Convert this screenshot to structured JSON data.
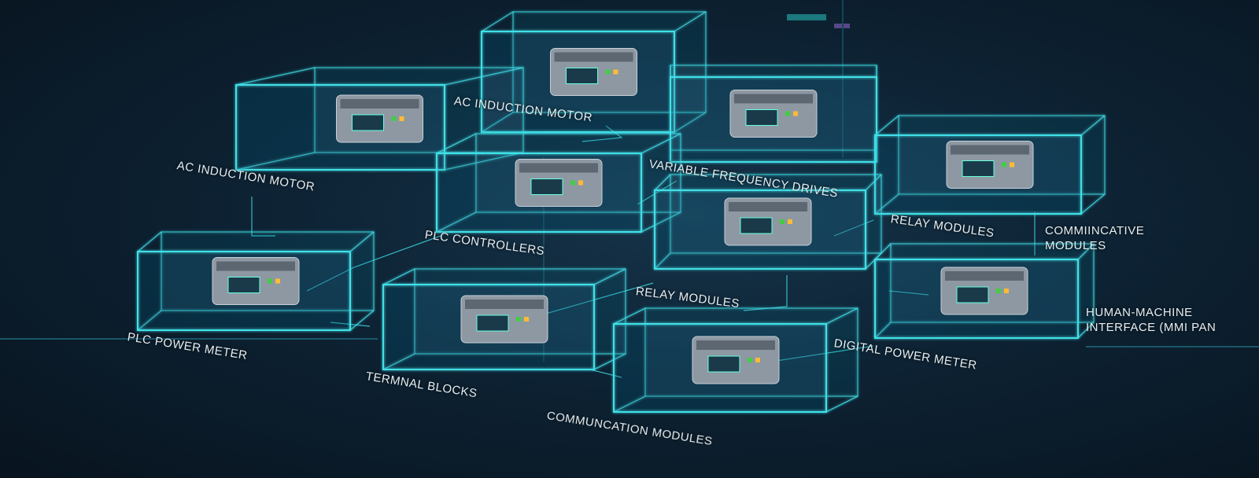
{
  "labels": {
    "ac_motor_top": "AC INDUCTION MOTOR",
    "ac_motor_left": "AC INDUCTION MOTOR",
    "vfd": "VARIABLE FREQUENCY DRIVES",
    "relay_right": "RELAY MODULES",
    "communicative_line1": "COMMIINCATIVE",
    "communicative_line2": "MODULES",
    "plc_controllers": "PLC CONTROLLERS",
    "relay_mid": "RELAY MODULES",
    "hmi_line1": "HUMAN-MACHINE",
    "hmi_line2": "INTERFACE (MMI PAN",
    "plc_power_meter": "PLC POWER METER",
    "terminal_blocks": "TERMNAL BLOCKS",
    "digital_power_meter": "DIGITAL POWER METER",
    "communication_modules": "COMMUNCATION MODULES"
  },
  "colors": {
    "wire": "#3fe0e8",
    "background": "#0d2233"
  }
}
